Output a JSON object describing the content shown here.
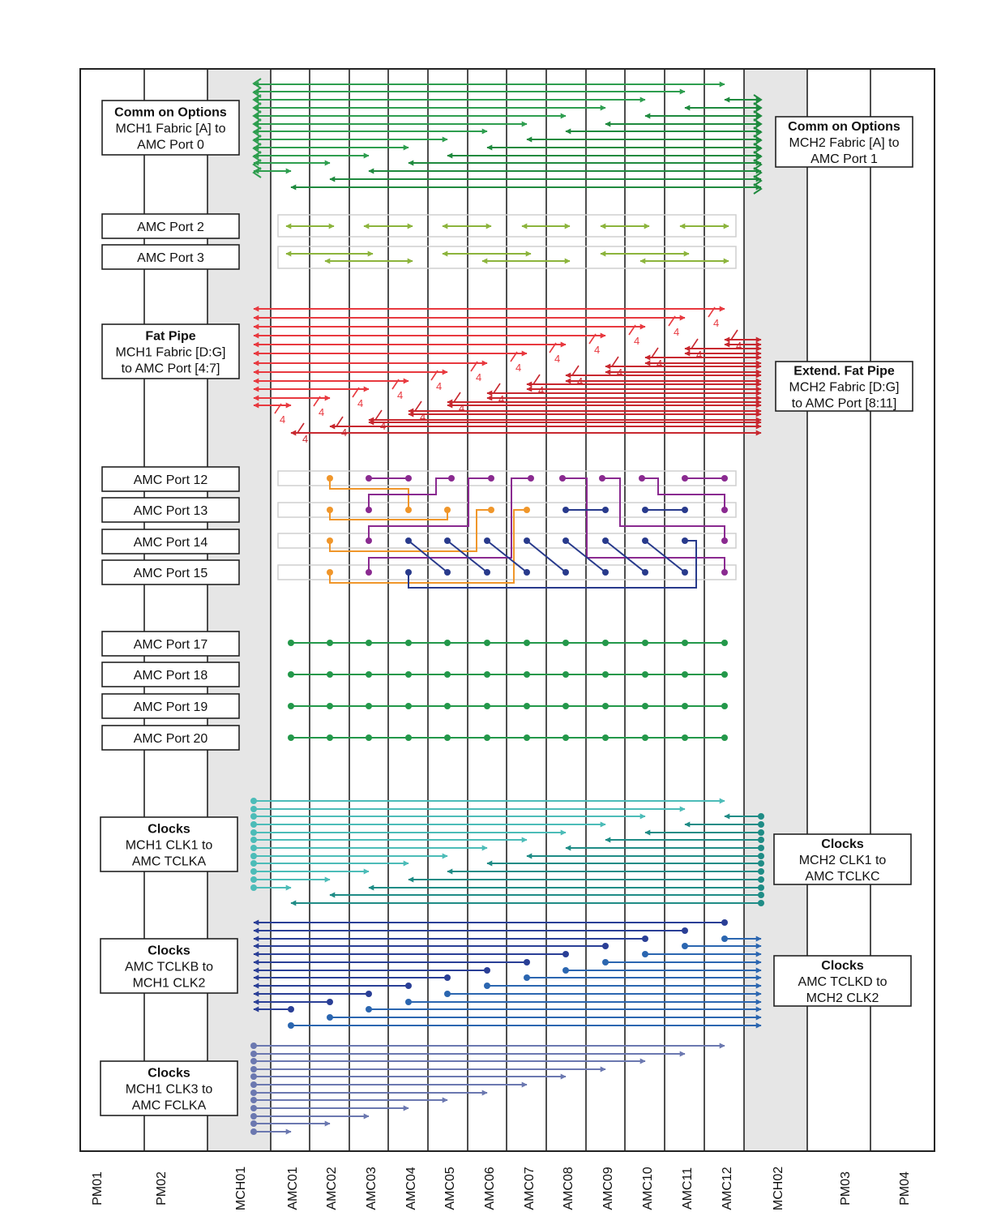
{
  "slots": [
    "PM01",
    "PM02",
    "MCH01",
    "AMC01",
    "AMC02",
    "AMC03",
    "AMC04",
    "AMC05",
    "AMC06",
    "AMC07",
    "AMC08",
    "AMC09",
    "AMC10",
    "AMC11",
    "AMC12",
    "MCH02",
    "PM03",
    "PM04"
  ],
  "left_labels": [
    {
      "id": "common1",
      "bold": "Comm on Options",
      "lines": [
        "MCH1 Fabric [A] to",
        "AMC Port 0"
      ]
    },
    {
      "id": "port2",
      "bold": "",
      "lines": [
        "AMC Port 2"
      ]
    },
    {
      "id": "port3",
      "bold": "",
      "lines": [
        "AMC Port 3"
      ]
    },
    {
      "id": "fat",
      "bold": "Fat Pipe",
      "lines": [
        "MCH1 Fabric [D:G]",
        "to AMC Port [4:7]"
      ]
    },
    {
      "id": "port12",
      "bold": "",
      "lines": [
        "AMC Port 12"
      ]
    },
    {
      "id": "port13",
      "bold": "",
      "lines": [
        "AMC Port 13"
      ]
    },
    {
      "id": "port14",
      "bold": "",
      "lines": [
        "AMC Port 14"
      ]
    },
    {
      "id": "port15",
      "bold": "",
      "lines": [
        "AMC Port 15"
      ]
    },
    {
      "id": "port17",
      "bold": "",
      "lines": [
        "AMC Port 17"
      ]
    },
    {
      "id": "port18",
      "bold": "",
      "lines": [
        "AMC Port 18"
      ]
    },
    {
      "id": "port19",
      "bold": "",
      "lines": [
        "AMC Port 19"
      ]
    },
    {
      "id": "port20",
      "bold": "",
      "lines": [
        "AMC Port 20"
      ]
    },
    {
      "id": "clk1",
      "bold": "Clocks",
      "lines": [
        "MCH1 CLK1 to",
        "AMC TCLKA"
      ]
    },
    {
      "id": "clk2",
      "bold": "Clocks",
      "lines": [
        "AMC TCLKB to",
        "MCH1 CLK2"
      ]
    },
    {
      "id": "clk3",
      "bold": "Clocks",
      "lines": [
        "MCH1 CLK3 to",
        "AMC FCLKA"
      ]
    }
  ],
  "right_labels": [
    {
      "id": "common2",
      "bold": "Comm on Options",
      "lines": [
        "MCH2 Fabric [A] to",
        "AMC Port 1"
      ]
    },
    {
      "id": "extfat",
      "bold": "Extend.  Fat Pipe",
      "lines": [
        "MCH2 Fabric [D:G]",
        "to AMC Port [8:11]"
      ]
    },
    {
      "id": "clkc",
      "bold": "Clocks",
      "lines": [
        "MCH2 CLK1 to",
        "AMC TCLKC"
      ]
    },
    {
      "id": "clkd",
      "bold": "Clocks",
      "lines": [
        "AMC TCLKD to",
        "MCH2 CLK2"
      ]
    }
  ],
  "lane_width_label": "4",
  "colors": {
    "common1": "#2e9e4f",
    "common2": "#1f8a3e",
    "port23": "#8cb43c",
    "fat1": "#e8393f",
    "fat2": "#c8282f",
    "orange": "#f0962a",
    "purple": "#8a2a90",
    "navy": "#283a8c",
    "green": "#23984a",
    "teal1": "#4cbcb8",
    "teal2": "#1f8c86",
    "blue1": "#2a3f96",
    "blue2": "#2b66b0",
    "slate": "#6b78b0"
  }
}
